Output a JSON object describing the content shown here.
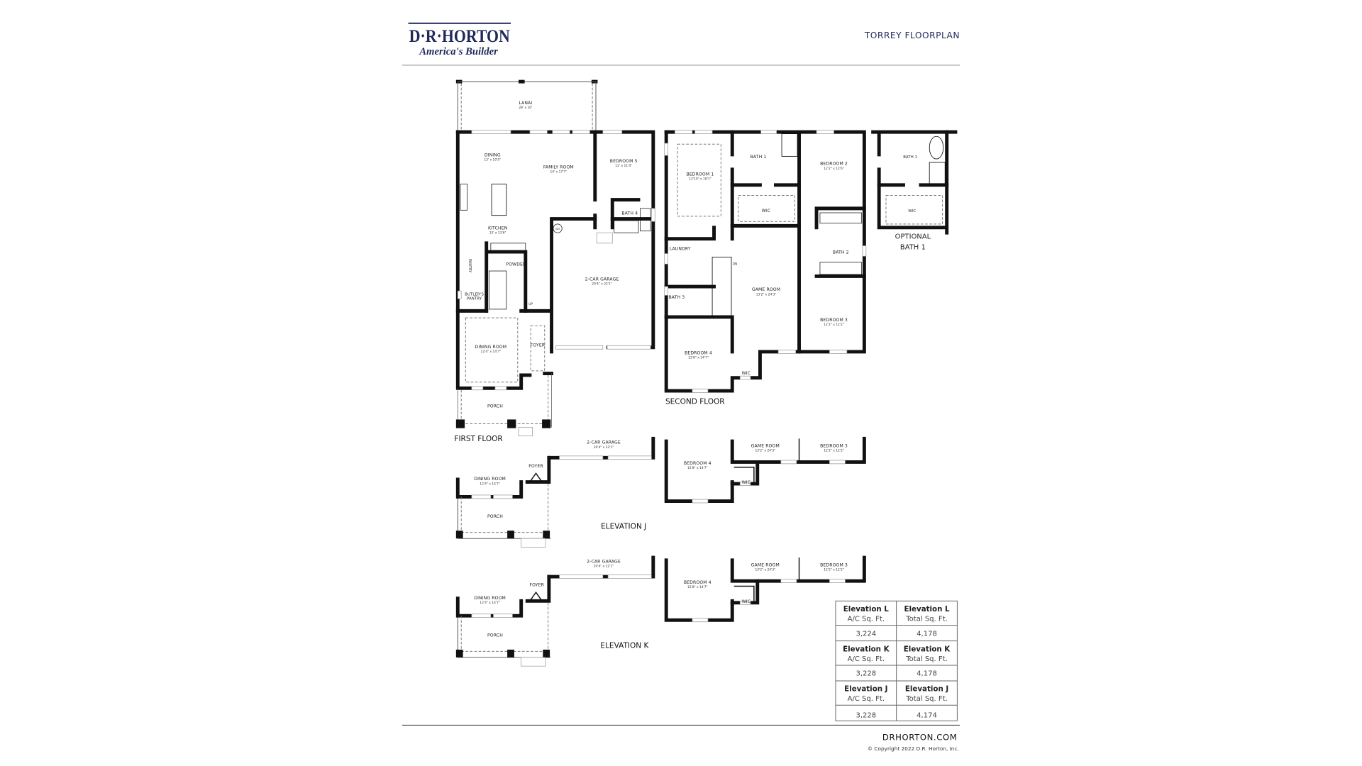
{
  "header": {
    "logo_text": "D·R·HORTON",
    "logo_tagline": "America's Builder",
    "title": "TORREY FLOORPLAN"
  },
  "colors": {
    "brand_navy": "#1f2a5a",
    "wall": "#111111",
    "rule": "#b5b5b5"
  },
  "first_floor": {
    "label": "FIRST FLOOR",
    "lanai": {
      "name": "LANAI",
      "dims": "28' x 10'"
    },
    "dining": {
      "name": "DINING",
      "dims": "13' x 10'5\""
    },
    "family_room": {
      "name": "FAMILY ROOM",
      "dims": "14' x 17'7\""
    },
    "bedroom5": {
      "name": "BEDROOM 5",
      "dims": "12' x 11'4\""
    },
    "bath4": {
      "name": "BATH 4"
    },
    "kitchen": {
      "name": "KITCHEN",
      "dims": "13' x 13'6\""
    },
    "powder": {
      "name": "POWDER"
    },
    "pantry": {
      "name": "PANTRY"
    },
    "butlers_pantry": {
      "line1": "BUTLER'S",
      "line2": "PANTRY"
    },
    "garage": {
      "name": "2-CAR GARAGE",
      "dims": "20'4\" x 22'1\""
    },
    "dining_room": {
      "name": "DINING ROOM",
      "dims": "12'4\" x 14'7\""
    },
    "foyer": {
      "name": "FOYER"
    },
    "porch": {
      "name": "PORCH"
    },
    "wh": "WH",
    "up": "UP"
  },
  "second_floor": {
    "label": "SECOND FLOOR",
    "bedroom1": {
      "name": "BEDROOM 1",
      "dims": "12'10\" x 18'1\""
    },
    "bath1": {
      "name": "BATH 1"
    },
    "bedroom2": {
      "name": "BEDROOM 2",
      "dims": "12'2\" x 12'6\""
    },
    "wic1": {
      "name": "WIC"
    },
    "laundry": {
      "name": "LAUNDRY"
    },
    "bath2": {
      "name": "BATH 2"
    },
    "game_room": {
      "name": "GAME ROOM",
      "dims": "13'2\" x 24'3\""
    },
    "bath3": {
      "name": "BATH 3"
    },
    "bedroom3": {
      "name": "BEDROOM 3",
      "dims": "12'2\" x 12'2\""
    },
    "bedroom4": {
      "name": "BEDROOM 4",
      "dims": "12'8\" x 14'7\""
    },
    "wic4": {
      "name": "WIC"
    },
    "dn": "DN"
  },
  "optional_bath": {
    "bath1": "BATH 1",
    "wic": "WIC",
    "label_line1": "OPTIONAL",
    "label_line2": "BATH 1"
  },
  "elevation_j": {
    "label": "ELEVATION J",
    "garage": {
      "name": "2-CAR GARAGE",
      "dims": "20'4\" x 22'1\""
    },
    "foyer": "FOYER",
    "dining_room": {
      "name": "DINING ROOM",
      "dims": "12'4\" x 14'7\""
    },
    "porch": "PORCH",
    "bedroom4": {
      "name": "BEDROOM 4",
      "dims": "12'8\" x 14'7\""
    },
    "wic": "WIC",
    "game_room": {
      "name": "GAME ROOM",
      "dims": "13'2\" x 24'3\""
    },
    "bedroom3": {
      "name": "BEDROOM 3",
      "dims": "12'2\" x 12'2\""
    }
  },
  "elevation_k": {
    "label": "ELEVATION K",
    "garage": {
      "name": "2-CAR GARAGE",
      "dims": "20'4\" x 22'1\""
    },
    "foyer": "FOYER",
    "dining_room": {
      "name": "DINING ROOM",
      "dims": "12'4\" x 14'7\""
    },
    "porch": "PORCH",
    "bedroom4": {
      "name": "BEDROOM 4",
      "dims": "12'8\" x 14'7\""
    },
    "wic": "WIC",
    "game_room": {
      "name": "GAME ROOM",
      "dims": "13'2\" x 24'3\""
    },
    "bedroom3": {
      "name": "BEDROOM 3",
      "dims": "12'2\" x 12'2\""
    }
  },
  "sqft_table": {
    "rows": [
      {
        "ac_head": "Elevation L",
        "ac_sub": "A/C Sq. Ft.",
        "total_head": "Elevation L",
        "total_sub": "Total Sq. Ft.",
        "ac": "3,224",
        "total": "4,178"
      },
      {
        "ac_head": "Elevation K",
        "ac_sub": "A/C Sq. Ft.",
        "total_head": "Elevation K",
        "total_sub": "Total Sq. Ft.",
        "ac": "3,228",
        "total": "4,178"
      },
      {
        "ac_head": "Elevation J",
        "ac_sub": "A/C Sq. Ft.",
        "total_head": "Elevation J",
        "total_sub": "Total Sq. Ft.",
        "ac": "3,228",
        "total": "4,174"
      }
    ]
  },
  "footer": {
    "site": "DRHORTON.COM",
    "copyright": "© Copyright 2022 D.R. Horton, Inc."
  }
}
